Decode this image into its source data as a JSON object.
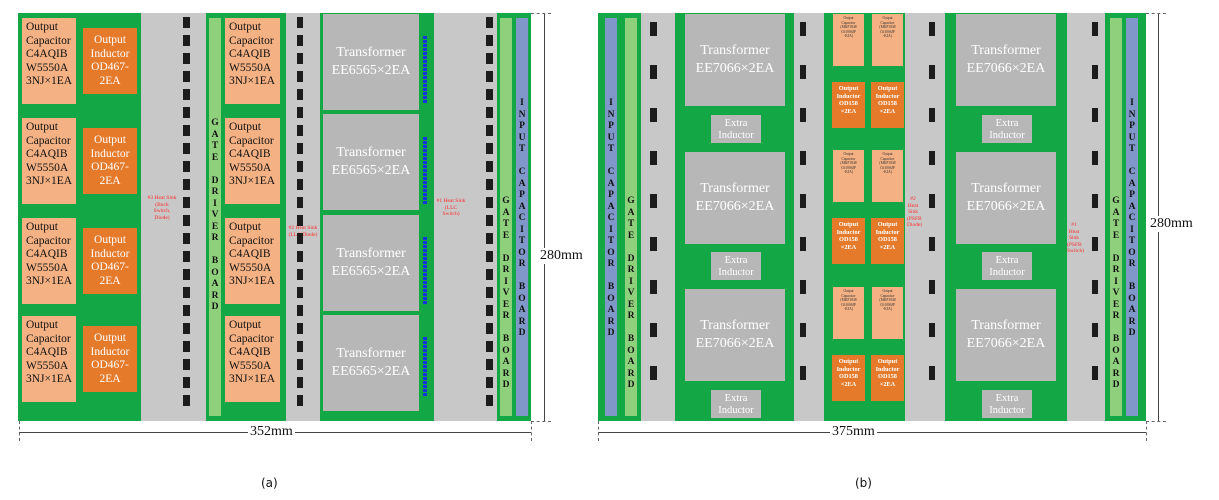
{
  "panel_a": {
    "output_capacitor": "Output\nCapacitor\nC4AQIB\nW5550A\n3NJ×1EA",
    "output_inductor": "Output\nInductor\nOD467-\n2EA",
    "transformer": "Transformer\nEE6565×2EA",
    "gate_driver_board": "GATE DRIVER BOARD",
    "input_capacitor_board": "INPUT CAPACITOR BOARD",
    "heat_sink_3": "#3 Heat Sink\n(Buck\nSwitch,\nDiode)",
    "heat_sink_2": "#2 Heat Sink\n(LLC Diode)",
    "heat_sink_1": "#1 Heat Sink\n(LLC\nSwitch)",
    "width_label": "352mm",
    "height_label": "280mm",
    "caption": "(a)"
  },
  "panel_b": {
    "transformer": "Transformer\nEE7066×2EA",
    "extra_inductor": "Extra\nInductor",
    "output_capacitor_small": "Output\nCapacitor\n(MKP1848\nC61006JP\n-KIA)",
    "output_inductor_small": "Output\nInductor\nOD158\n×2EA",
    "input_capacitor_board": "INPUT CAPACITOR BOARD",
    "gate_driver_board": "GATE DRIVER BOARD",
    "heat_sink_2": "#2 Heat Sink\n(PSFB Diode)",
    "heat_sink_1": "#1 Heat Sink\n(PSFB Switch)",
    "width_label": "375mm",
    "height_label": "280mm",
    "caption": "(b)"
  },
  "colors": {
    "board": "#13a845",
    "capacitor": "#f4b183",
    "inductor": "#e57a2b",
    "transformer": "#b7b7b7",
    "heat_sink": "#c8c8c8",
    "input_cap_board": "#7f98c9",
    "gate_driver_board": "#8fd07c",
    "annotation": "#ff2a2a"
  }
}
